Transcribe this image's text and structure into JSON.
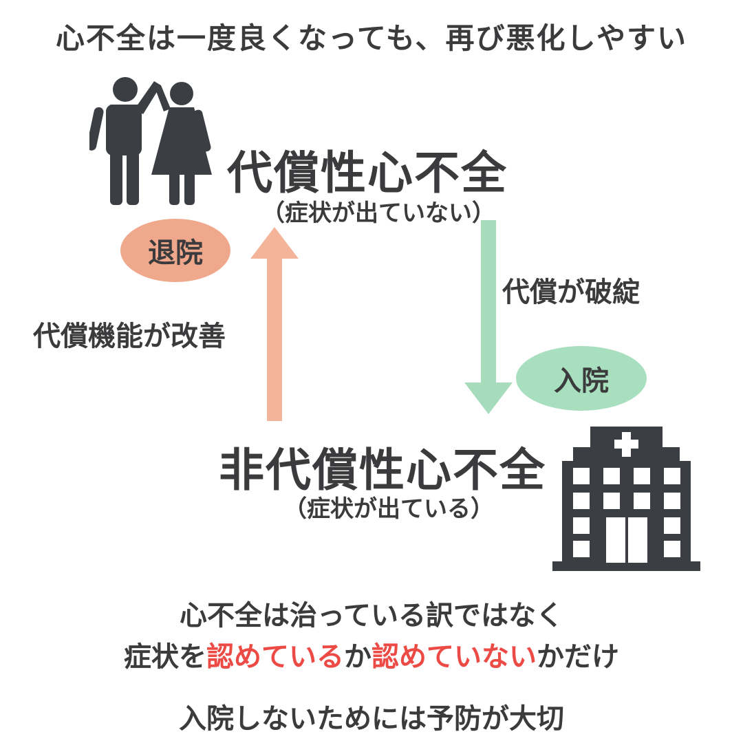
{
  "title": "心不全は一度良くなっても、再び悪化しやすい",
  "compensated": {
    "name": "代償性心不全",
    "sub": "（症状が出ていない）"
  },
  "decompensated": {
    "name": "非代償性心不全",
    "sub": "（症状が出ている）"
  },
  "up_path": {
    "badge": "退院",
    "label": "代償機能が改善"
  },
  "down_path": {
    "badge": "入院",
    "label": "代償が破綻"
  },
  "message": {
    "line1": "心不全は治っている訳ではなく",
    "line2_a": "症状を",
    "line2_b": "認めている",
    "line2_c": "か",
    "line2_d": "認めていない",
    "line2_e": "かだけ",
    "line3": "入院しないためには予防が大切"
  },
  "colors": {
    "text": "#3b3b3d",
    "up_arrow": "#f3b49a",
    "discharge_pill": "#f0a88c",
    "down_arrow": "#a6dcbc",
    "admit_pill": "#a8dfbe",
    "highlight": "#ec4a45",
    "icon": "#3b3f44"
  },
  "icons": {
    "people": "couple-icon",
    "hospital": "hospital-icon"
  }
}
